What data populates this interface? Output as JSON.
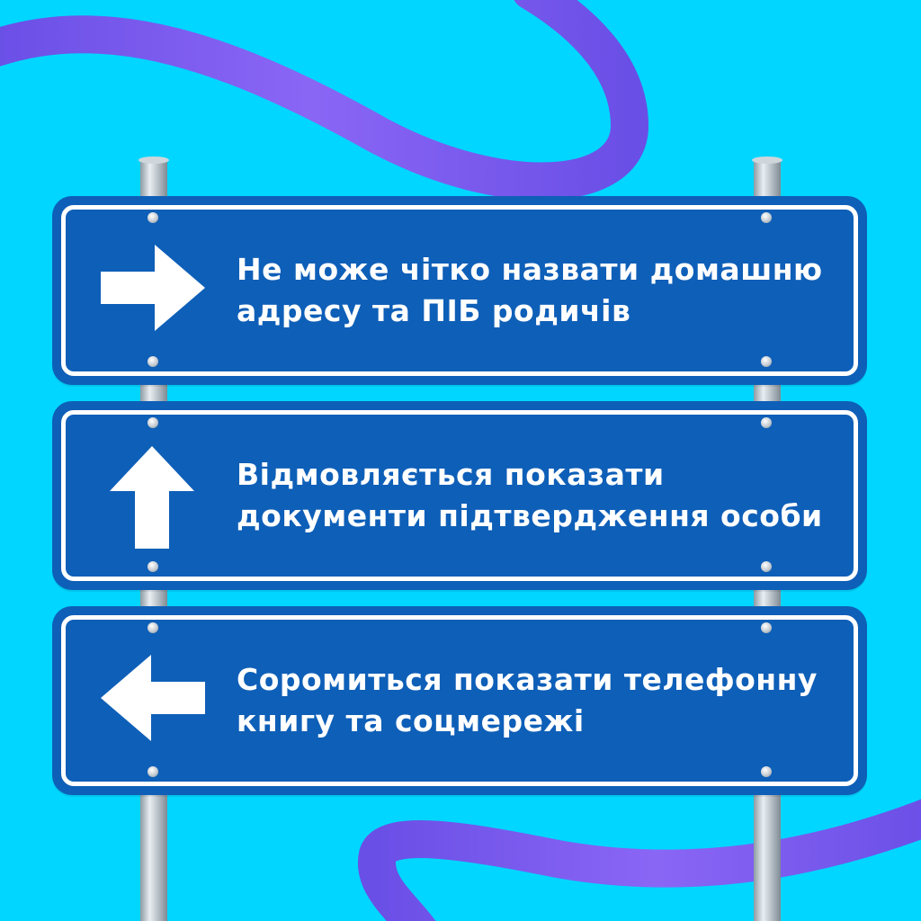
{
  "colors": {
    "background": "#00d6ff",
    "sign": "#0e5fb8",
    "ribbon": "#7b5cf0",
    "text": "#ffffff"
  },
  "signs": [
    {
      "arrow": "arrow-right-icon",
      "line1": "Не може чітко назвати домашню",
      "line2": "адресу та ПІБ родичів"
    },
    {
      "arrow": "arrow-up-icon",
      "line1": "Відмовляється показати",
      "line2": "документи підтвердження особи"
    },
    {
      "arrow": "arrow-left-icon",
      "line1": "Соромиться показати телефонну",
      "line2": "книгу та соцмережі"
    }
  ]
}
